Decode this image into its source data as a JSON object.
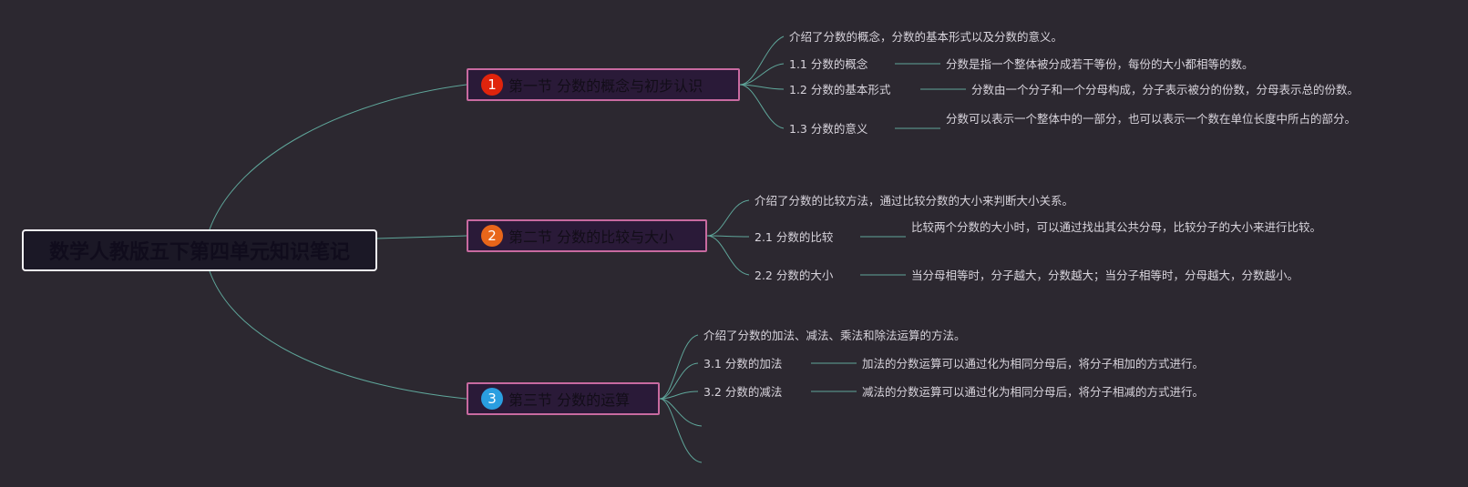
{
  "title": "数学人教版五下第四单元知识笔记",
  "colors": {
    "line": "#5fa69a",
    "badge1": "#e0240c",
    "badge2": "#e8661a",
    "badge3": "#2a9ee0",
    "section_border": "#c86aa0"
  },
  "sections": [
    {
      "badge": "1",
      "label": "第一节 分数的概念与初步认识",
      "summary": "介绍了分数的概念，分数的基本形式以及分数的意义。",
      "items": [
        {
          "label": "1.1 分数的概念",
          "detail": "分数是指一个整体被分成若干等份，每份的大小都相等的数。"
        },
        {
          "label": "1.2 分数的基本形式",
          "detail": "分数由一个分子和一个分母构成，分子表示被分的份数，分母表示总的份数。"
        },
        {
          "label": "1.3 分数的意义",
          "detail": "分数可以表示一个整体中的一部分，也可以表示一个数在单位长度中所占的部分。"
        }
      ]
    },
    {
      "badge": "2",
      "label": "第二节 分数的比较与大小",
      "summary": "介绍了分数的比较方法，通过比较分数的大小来判断大小关系。",
      "items": [
        {
          "label": "2.1 分数的比较",
          "detail": "比较两个分数的大小时，可以通过找出其公共分母，比较分子的大小来进行比较。"
        },
        {
          "label": "2.2 分数的大小",
          "detail": "当分母相等时，分子越大，分数越大；当分子相等时，分母越大，分数越小。"
        }
      ]
    },
    {
      "badge": "3",
      "label": "第三节 分数的运算",
      "summary": "介绍了分数的加法、减法、乘法和除法运算的方法。",
      "items": [
        {
          "label": "3.1 分数的加法",
          "detail": "加法的分数运算可以通过化为相同分母后，将分子相加的方式进行。"
        },
        {
          "label": "3.2 分数的减法",
          "detail": "减法的分数运算可以通过化为相同分母后，将分子相减的方式进行。"
        }
      ]
    }
  ]
}
